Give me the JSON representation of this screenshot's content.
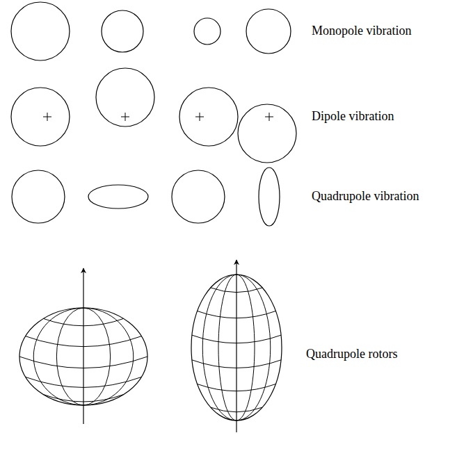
{
  "diagram": {
    "labels": [
      "Monopole vibration",
      "Dipole vibration",
      "Quadrupole vibration",
      "Quadrupole rotors"
    ]
  }
}
